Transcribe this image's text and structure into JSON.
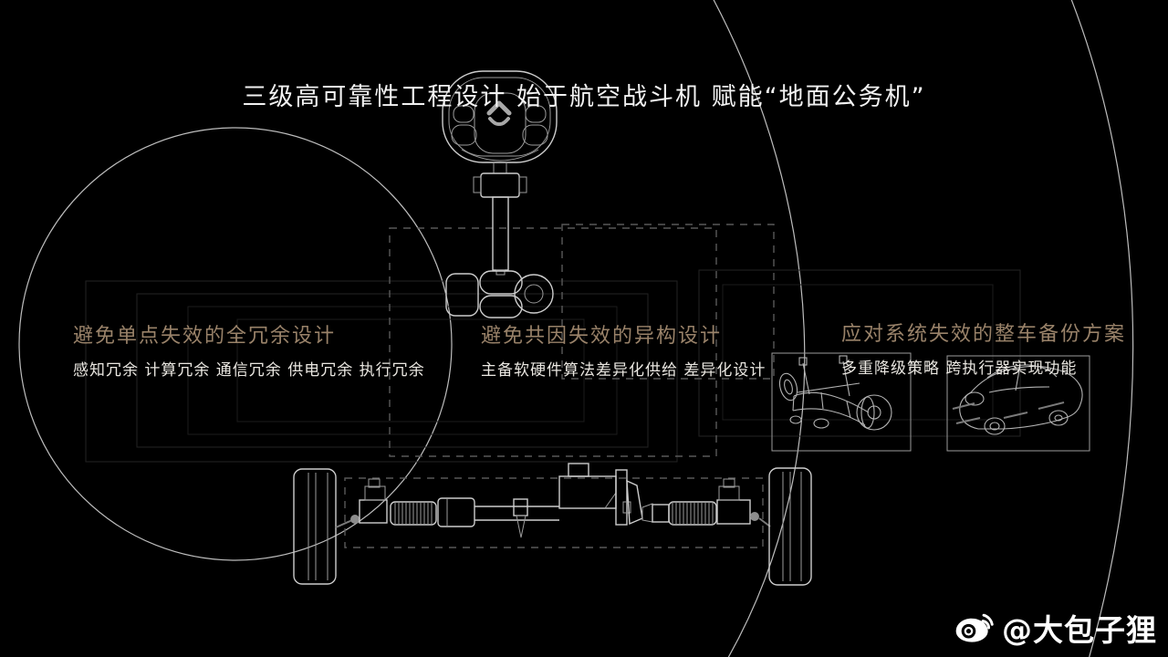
{
  "slide": {
    "title": "三级高可靠性工程设计 始于航空战斗机 赋能“地面公务机”",
    "sections": [
      {
        "heading": "避免单点失效的全冗余设计",
        "detail": "感知冗余 计算冗余 通信冗余 供电冗余 执行冗余"
      },
      {
        "heading": "避免共因失效的异构设计",
        "detail": "主备软硬件算法差异化供给 差异化设计"
      },
      {
        "heading": "应对系统失效的整车备份方案",
        "detail": "多重降级策略 跨执行器实现功能"
      }
    ]
  },
  "watermark": {
    "handle": "@大包子狸",
    "icon": "weibo-icon"
  },
  "diagram": {
    "elements": [
      "steering-wheel",
      "nio-logo",
      "steering-column",
      "steering-gear",
      "steering-rack",
      "front-left-wheel",
      "front-right-wheel",
      "front-subframe-sketch",
      "car-sketch"
    ]
  },
  "colors": {
    "background": "#000000",
    "title_text": "#f2f2f2",
    "heading_text": "#998269",
    "detail_text": "#eae7e1",
    "bright_line": "#cdcdcd",
    "faint_line": "#232323",
    "dashed_line": "#585858",
    "logo_silver": "#a8a8a8"
  }
}
